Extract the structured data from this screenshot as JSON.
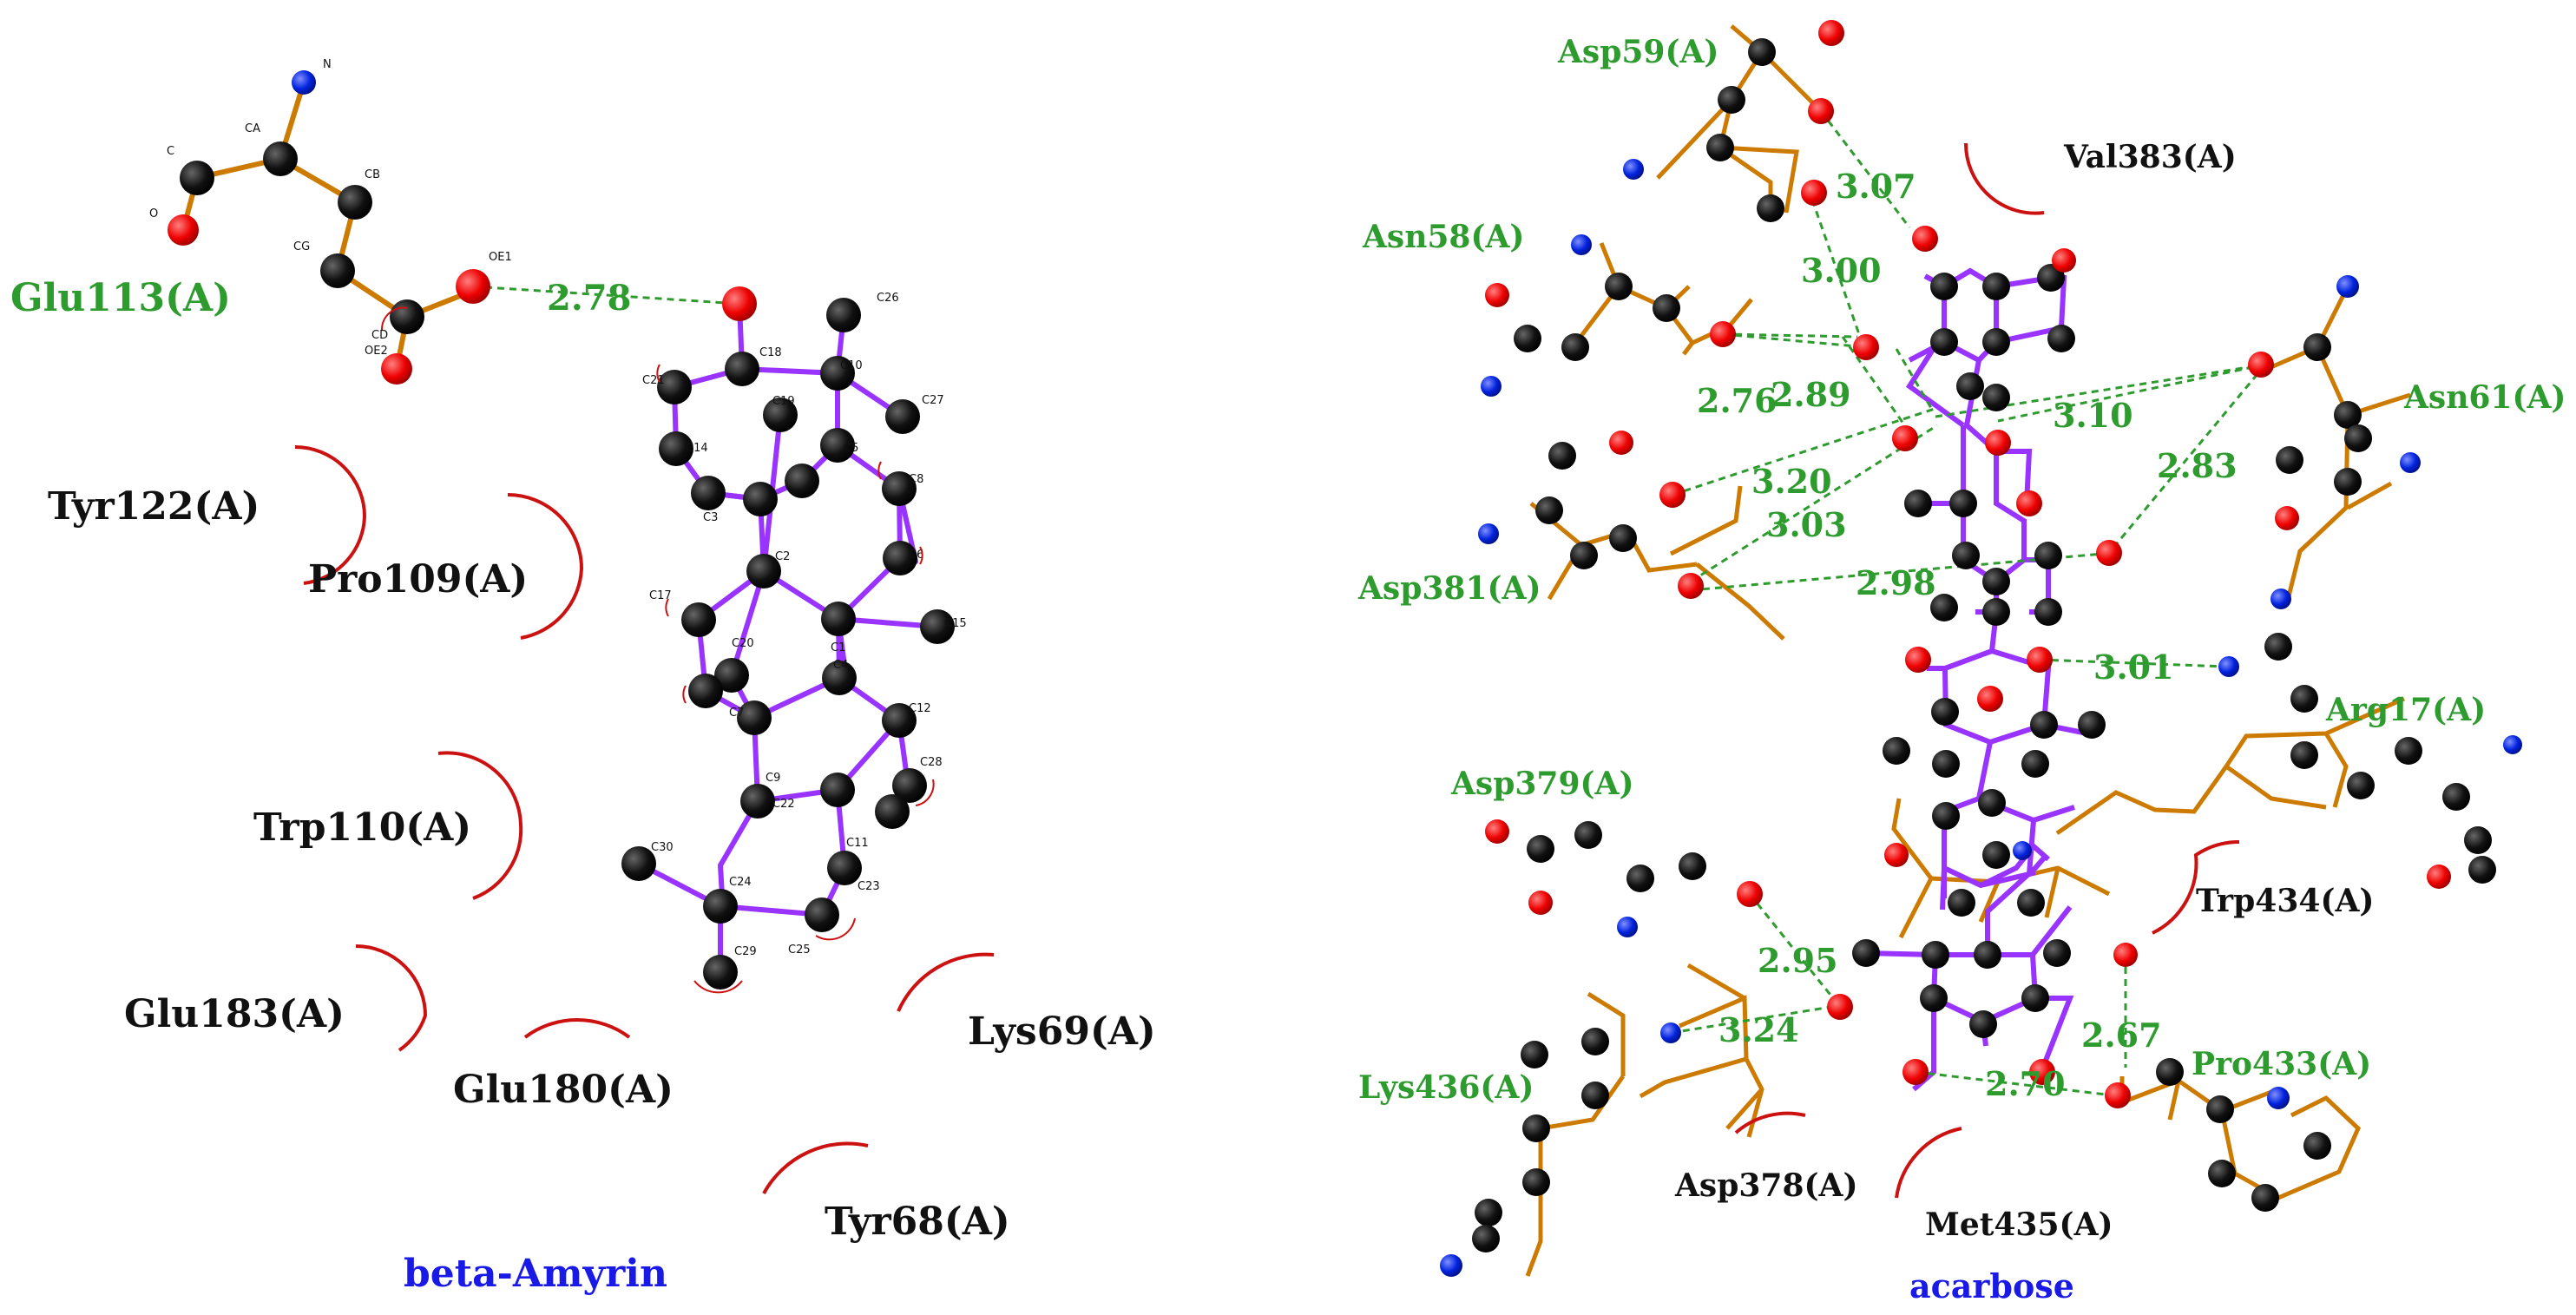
{
  "panels": [
    {
      "ligand": "beta-Amyrin",
      "residues_green": [
        "Glu113(A)"
      ],
      "residues_black": [
        "Tyr122(A)",
        "Pro109(A)",
        "Trp110(A)",
        "Glu183(A)",
        "Glu180(A)",
        "Lys69(A)",
        "Tyr68(A)"
      ],
      "hbonds": [
        "2.78"
      ],
      "atom_labels": [
        "N",
        "C",
        "CA",
        "CB",
        "O",
        "CG",
        "OE1",
        "CD",
        "OE2",
        "O",
        "C26",
        "C18",
        "C10",
        "C21",
        "C19",
        "C27",
        "C14",
        "C5",
        "C8",
        "C3",
        "C2",
        "C6",
        "C17",
        "C16",
        "C20",
        "C1",
        "C4",
        "C15",
        "C7",
        "C12",
        "C9",
        "C28",
        "C22",
        "C30",
        "C11",
        "C24",
        "C23",
        "C29",
        "C25"
      ]
    },
    {
      "ligand": "acarbose",
      "residues_green": [
        "Asp59(A)",
        "Asn58(A)",
        "Asn61(A)",
        "Asp381(A)",
        "Arg17(A)",
        "Asp379(A)",
        "Lys436(A)",
        "Pro433(A)"
      ],
      "residues_black": [
        "Val383(A)",
        "Trp434(A)",
        "Asp378(A)",
        "Met435(A)"
      ],
      "hbonds": [
        "3.07",
        "3.00",
        "2.76",
        "2.89",
        "3.10",
        "3.20",
        "2.83",
        "3.03",
        "2.98",
        "3.01",
        "2.95",
        "3.24",
        "2.67",
        "2.70"
      ]
    }
  ],
  "colors": {
    "carbon": "#000000",
    "oxygen": "#ff0000",
    "nitrogen": "#0033dd",
    "residue_bond": "#cc7a00",
    "ligand_bond": "#9933ff",
    "hbond": "#2e9b2e",
    "hydrophobic": "#cc1111"
  }
}
